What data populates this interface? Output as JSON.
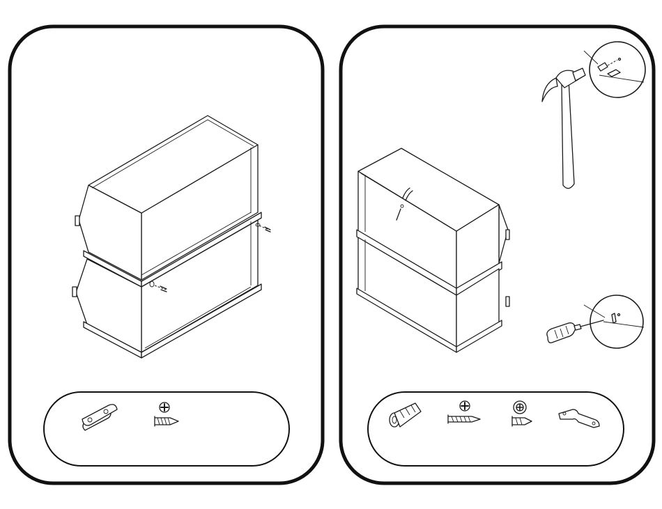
{
  "panels": [
    {
      "id": "step-left",
      "hardware": [
        {
          "icon": "connector-plate-icon",
          "kind": "two-hole connector plate"
        },
        {
          "icon": "phillips-screw-icon",
          "kind": "phillips screw"
        }
      ]
    },
    {
      "id": "step-right",
      "hardware": [
        {
          "icon": "wall-anchor-icon",
          "kind": "wall anchor"
        },
        {
          "icon": "phillips-screw-icon",
          "kind": "phillips screw"
        },
        {
          "icon": "short-screw-icon",
          "kind": "short phillips screw"
        },
        {
          "icon": "wall-bracket-icon",
          "kind": "bent wall bracket"
        }
      ],
      "tools": [
        "hammer-icon",
        "screwdriver-icon"
      ]
    }
  ],
  "colors": {
    "line": "#1a1a1a",
    "background": "#ffffff"
  }
}
